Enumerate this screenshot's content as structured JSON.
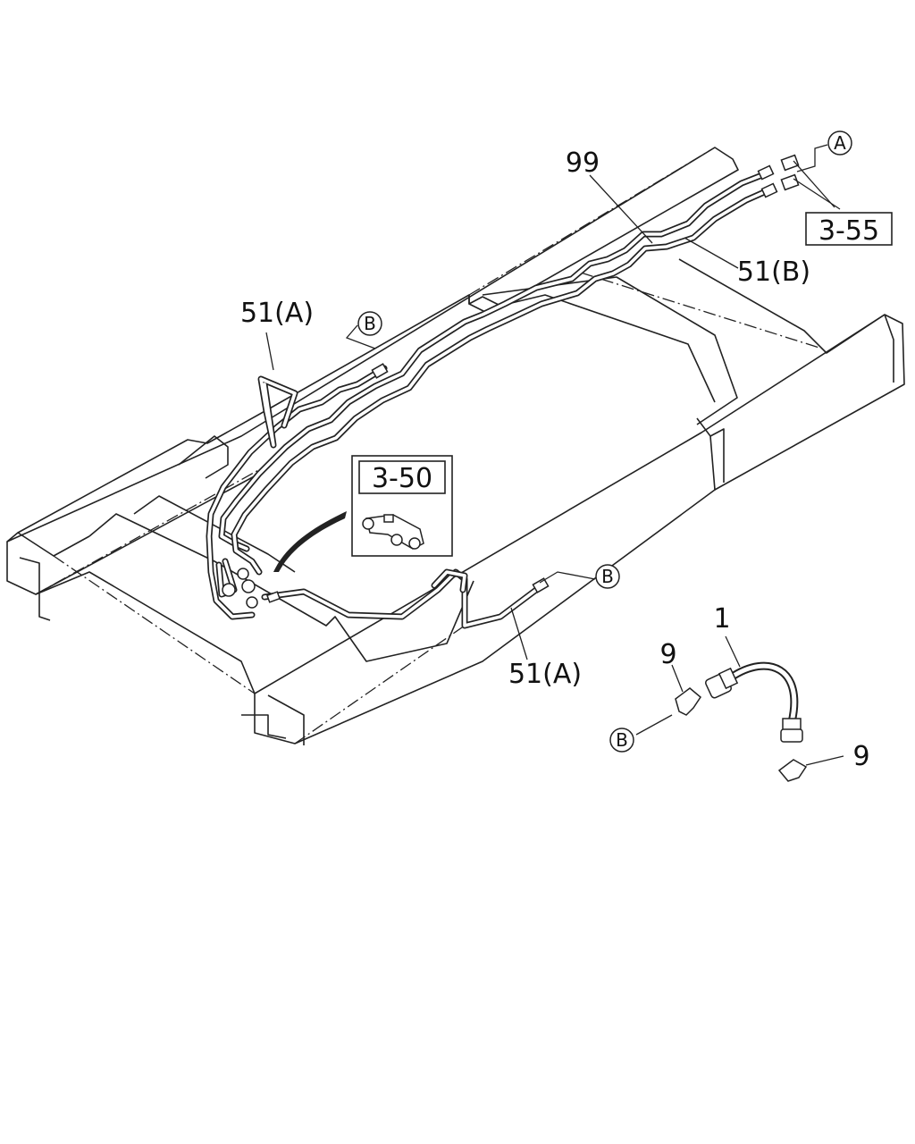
{
  "callouts": {
    "pipe_99": "99",
    "pipe_51b": "51(B)",
    "pipe_51a_top": "51(A)",
    "pipe_51a_bottom": "51(A)",
    "hose_1": "1",
    "clip_9_left": "9",
    "clip_9_right": "9"
  },
  "references": {
    "ref_3_55": "3-55",
    "ref_3_50": "3-50"
  },
  "markers": {
    "circle_a": "A",
    "circle_b_top": "B",
    "circle_b_mid": "B",
    "circle_b_clip": "B"
  }
}
